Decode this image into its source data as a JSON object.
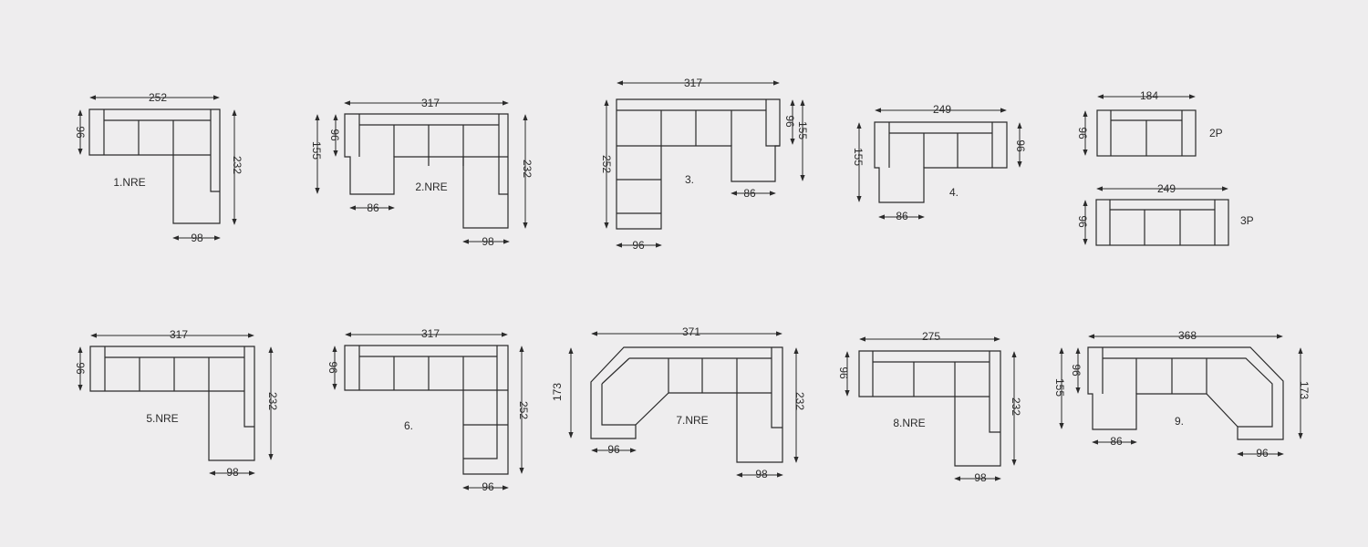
{
  "dimensions": {
    "d1_w": "252",
    "d1_h": "96",
    "d1_v": "232",
    "d1_b": "98",
    "d2_w": "317",
    "d2_h1": "155",
    "d2_h2": "96",
    "d2_v": "232",
    "d2_b1": "86",
    "d2_b2": "98",
    "d3_w": "317",
    "d3_v": "252",
    "d3_h1": "96",
    "d3_h2": "155",
    "d3_b1": "86",
    "d3_b2": "96",
    "d4_w": "249",
    "d4_h1": "155",
    "d4_h2": "96",
    "d4_b": "86",
    "d2p_w": "184",
    "d2p_h": "96",
    "d3p_w": "249",
    "d3p_h": "96",
    "d5_w": "317",
    "d5_h": "96",
    "d5_v": "232",
    "d5_b": "98",
    "d6_w": "317",
    "d6_h": "96",
    "d6_v": "252",
    "d6_b": "96",
    "d7_w": "371",
    "d7_h": "173",
    "d7_v": "232",
    "d7_b1": "96",
    "d7_b2": "98",
    "d8_w": "275",
    "d8_h": "96",
    "d8_v": "232",
    "d8_b": "98",
    "d9_w": "368",
    "d9_h1": "155",
    "d9_h2": "96",
    "d9_h3": "173",
    "d9_b1": "86",
    "d9_b2": "96"
  },
  "labels": {
    "l1": "1.NRE",
    "l2": "2.NRE",
    "l3": "3.",
    "l4": "4.",
    "l2p": "2P",
    "l3p": "3P",
    "l5": "5.NRE",
    "l6": "6.",
    "l7": "7.NRE",
    "l8": "8.NRE",
    "l9": "9."
  }
}
